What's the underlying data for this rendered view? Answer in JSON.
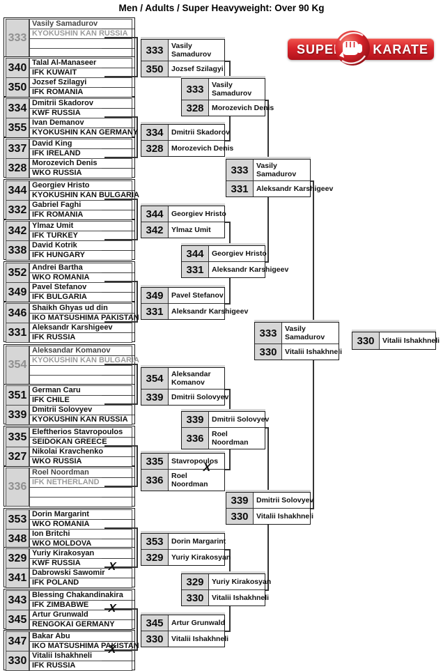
{
  "page": {
    "title": "Men / Adults / Super Heavyweight: Over 90 Kg"
  },
  "logo": {
    "text_left": "SUPER",
    "text_right": "KARATE",
    "emblem": "fist-icon",
    "red": "#d8242b"
  },
  "colors": {
    "number_cell_bg": "#d6d6d6",
    "bye_number_gray": "#8f8f8f",
    "bye_text_gray": "#9a9a9a",
    "connector_line": "#333333",
    "logo_red": "#d8242b",
    "walkover_mark": "X"
  },
  "round1_pairs": [
    {
      "bye": true,
      "walkover": false,
      "entrants": [
        {
          "number": "333",
          "name": "Vasily Samadurov",
          "federation": "KYOKUSHIN KAN RUSSIA"
        }
      ]
    },
    {
      "bye": false,
      "walkover": false,
      "entrants": [
        {
          "number": "340",
          "name": "Talal Al-Manaseer",
          "federation": "IFK KUWAIT"
        },
        {
          "number": "350",
          "name": "Jozsef Szilagyi",
          "federation": "IFK ROMANIA"
        }
      ]
    },
    {
      "bye": false,
      "walkover": false,
      "entrants": [
        {
          "number": "334",
          "name": "Dmitrii Skadorov",
          "federation": "KWF RUSSIA"
        },
        {
          "number": "355",
          "name": "Ivan Demanov",
          "federation": "KYOKUSHIN KAN GERMANY"
        }
      ]
    },
    {
      "bye": false,
      "walkover": false,
      "entrants": [
        {
          "number": "337",
          "name": "David King",
          "federation": "IFK IRELAND"
        },
        {
          "number": "328",
          "name": "Morozevich Denis",
          "federation": "WKO RUSSIA"
        }
      ]
    },
    {
      "bye": false,
      "walkover": false,
      "entrants": [
        {
          "number": "344",
          "name": "Georgiev Hristo",
          "federation": "KYOKUSHIN KAN BULGARIA"
        },
        {
          "number": "332",
          "name": "Gabriel Faghi",
          "federation": "IFK ROMANIA"
        }
      ]
    },
    {
      "bye": false,
      "walkover": false,
      "entrants": [
        {
          "number": "342",
          "name": "Ylmaz Umit",
          "federation": "IFK TURKEY"
        },
        {
          "number": "338",
          "name": "David Kotrik",
          "federation": "IFK HUNGARY"
        }
      ]
    },
    {
      "bye": false,
      "walkover": false,
      "entrants": [
        {
          "number": "352",
          "name": "Andrei Bartha",
          "federation": "WKO ROMANIA"
        },
        {
          "number": "349",
          "name": "Pavel Stefanov",
          "federation": "IFK BULGARIA"
        }
      ]
    },
    {
      "bye": false,
      "walkover": false,
      "entrants": [
        {
          "number": "346",
          "name": "Shaikh Ghyas ud din",
          "federation": "IKO MATSUSHIMA PAKISTAN"
        },
        {
          "number": "331",
          "name": "Aleksandr Karshigeev",
          "federation": "IFK RUSSIA"
        }
      ]
    },
    {
      "bye": true,
      "walkover": false,
      "entrants": [
        {
          "number": "354",
          "name": "Aleksandar Komanov",
          "federation": "KYOKUSHIN KAN BULGARIA"
        }
      ]
    },
    {
      "bye": false,
      "walkover": false,
      "entrants": [
        {
          "number": "351",
          "name": "German Caru",
          "federation": "IFK CHILE"
        },
        {
          "number": "339",
          "name": "Dmitrii Solovyev",
          "federation": "KYOKUSHIN KAN RUSSIA"
        }
      ]
    },
    {
      "bye": false,
      "walkover": false,
      "entrants": [
        {
          "number": "335",
          "name": "Eleftherios Stavropoulos",
          "federation": "SEIDOKAN GREECE"
        },
        {
          "number": "327",
          "name": "Nikolai Kravchenko",
          "federation": "WKO RUSSIA"
        }
      ]
    },
    {
      "bye": true,
      "walkover": false,
      "entrants": [
        {
          "number": "336",
          "name": "Roel Noordman",
          "federation": "IFK NETHERLAND"
        }
      ]
    },
    {
      "bye": false,
      "walkover": false,
      "entrants": [
        {
          "number": "353",
          "name": "Dorin Margarint",
          "federation": "WKO ROMANIA"
        },
        {
          "number": "348",
          "name": "Ion Britchi",
          "federation": "WKO MOLDOVA"
        }
      ]
    },
    {
      "bye": false,
      "walkover": true,
      "entrants": [
        {
          "number": "329",
          "name": "Yuriy Kirakosyan",
          "federation": "KWF RUSSIA"
        },
        {
          "number": "341",
          "name": "Dabrowski Sawomir",
          "federation": "IFK POLAND"
        }
      ]
    },
    {
      "bye": false,
      "walkover": true,
      "entrants": [
        {
          "number": "343",
          "name": "Blessing Chakandinakira",
          "federation": "IFK ZIMBABWE"
        },
        {
          "number": "345",
          "name": "Artur Grunwald",
          "federation": "RENGOKAI GERMANY"
        }
      ]
    },
    {
      "bye": false,
      "walkover": true,
      "entrants": [
        {
          "number": "347",
          "name": "Bakar Abu",
          "federation": "IKO MATSUSHIMA PAKISTAN"
        },
        {
          "number": "330",
          "name": "Vitalii Ishakhneli",
          "federation": "IFK RUSSIA"
        }
      ]
    }
  ],
  "rounds": {
    "round2": [
      {
        "walkover": false,
        "rows": [
          {
            "num": "333",
            "name": "Vasily\nSamadurov"
          },
          {
            "num": "350",
            "name": "Jozsef Szilagyi"
          }
        ]
      },
      {
        "walkover": false,
        "rows": [
          {
            "num": "334",
            "name": "Dmitrii Skadorov"
          },
          {
            "num": "328",
            "name": "Morozevich Denis"
          }
        ]
      },
      {
        "walkover": false,
        "rows": [
          {
            "num": "344",
            "name": "Georgiev Hristo"
          },
          {
            "num": "342",
            "name": "Ylmaz Umit"
          }
        ]
      },
      {
        "walkover": false,
        "rows": [
          {
            "num": "349",
            "name": "Pavel Stefanov"
          },
          {
            "num": "331",
            "name": "Aleksandr Karshigeev"
          }
        ]
      },
      {
        "walkover": false,
        "rows": [
          {
            "num": "354",
            "name": "Aleksandar\nKomanov"
          },
          {
            "num": "339",
            "name": "Dmitrii Solovyev"
          }
        ]
      },
      {
        "walkover": true,
        "rows": [
          {
            "num": "335",
            "name": "Stavropoulos"
          },
          {
            "num": "336",
            "name": "Roel\nNoordman"
          }
        ]
      },
      {
        "walkover": false,
        "rows": [
          {
            "num": "353",
            "name": "Dorin Margarint"
          },
          {
            "num": "329",
            "name": "Yuriy Kirakosyan"
          }
        ]
      },
      {
        "walkover": false,
        "rows": [
          {
            "num": "345",
            "name": "Artur Grunwald"
          },
          {
            "num": "330",
            "name": "Vitalii Ishakhneli"
          }
        ]
      }
    ],
    "quarterfinals": [
      {
        "rows": [
          {
            "num": "333",
            "name": "Vasily\nSamadurov"
          },
          {
            "num": "328",
            "name": "Morozevich Denis"
          }
        ]
      },
      {
        "rows": [
          {
            "num": "344",
            "name": "Georgiev Hristo"
          },
          {
            "num": "331",
            "name": "Aleksandr Karshigeev"
          }
        ]
      },
      {
        "rows": [
          {
            "num": "339",
            "name": "Dmitrii Solovyev"
          },
          {
            "num": "336",
            "name": "Roel\nNoordman"
          }
        ]
      },
      {
        "rows": [
          {
            "num": "329",
            "name": "Yuriy Kirakosyan"
          },
          {
            "num": "330",
            "name": "Vitalii Ishakhneli"
          }
        ]
      }
    ],
    "semifinals": [
      {
        "rows": [
          {
            "num": "333",
            "name": "Vasily\nSamadurov"
          },
          {
            "num": "331",
            "name": "Aleksandr Karshigeev"
          }
        ]
      },
      {
        "rows": [
          {
            "num": "339",
            "name": "Dmitrii Solovyev"
          },
          {
            "num": "330",
            "name": "Vitalii Ishakhneli"
          }
        ]
      }
    ],
    "final": {
      "rows": [
        {
          "num": "333",
          "name": "Vasily\nSamadurov"
        },
        {
          "num": "330",
          "name": "Vitalii Ishakhneli"
        }
      ]
    },
    "winner": {
      "num": "330",
      "name": "Vitalii Ishakhneli"
    }
  }
}
